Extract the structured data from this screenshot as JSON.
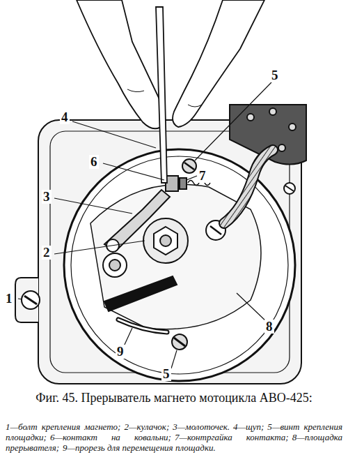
{
  "diagram": {
    "caption": "Фиг. 45. Прерыватель магнето мотоцикла АВО-425:",
    "labels": [
      "4",
      "5",
      "6",
      "7",
      "3",
      "2",
      "1",
      "9",
      "8",
      "5",
      "1—болт крепления магнето;",
      "2—кулачок;",
      "3—молоточек.",
      "4—щуп;",
      "5—винт крепления площадки;",
      "6—контакт на ковальни;",
      "7—контргайка контакта;",
      "8—площадка прерывателя;",
      "9—прорезь для перемещения площадки."
    ]
  }
}
